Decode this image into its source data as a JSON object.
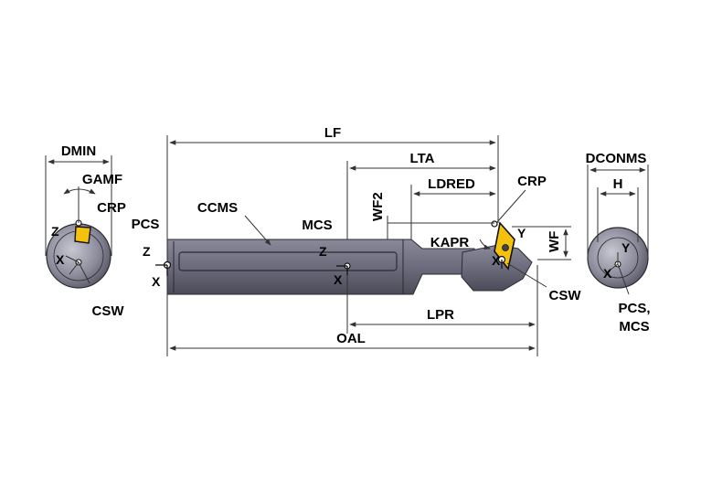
{
  "colors": {
    "tool_body": "#6f6f80",
    "tool_body_dark": "#3c3c47",
    "tool_highlight": "#9a9aa8",
    "insert": "#f4c20d",
    "insert_edge": "#111111",
    "dim_line": "#333333"
  },
  "labels": {
    "lf": "LF",
    "lta": "LTA",
    "ldred": "LDRED",
    "wf2": "WF2",
    "crp": "CRP",
    "kapr": "KAPR",
    "wf": "WF",
    "y": "Y",
    "x": "X",
    "z": "Z",
    "csw": "CSW",
    "pcs": "PCS",
    "ccms": "CCMS",
    "mcs": "MCS",
    "lpr": "LPR",
    "oal": "OAL",
    "dmin": "DMIN",
    "gamf": "GAMF",
    "dconms": "DCONMS",
    "h": "H",
    "pcs_mcs_line1": "PCS,",
    "pcs_mcs_line2": "MCS"
  }
}
